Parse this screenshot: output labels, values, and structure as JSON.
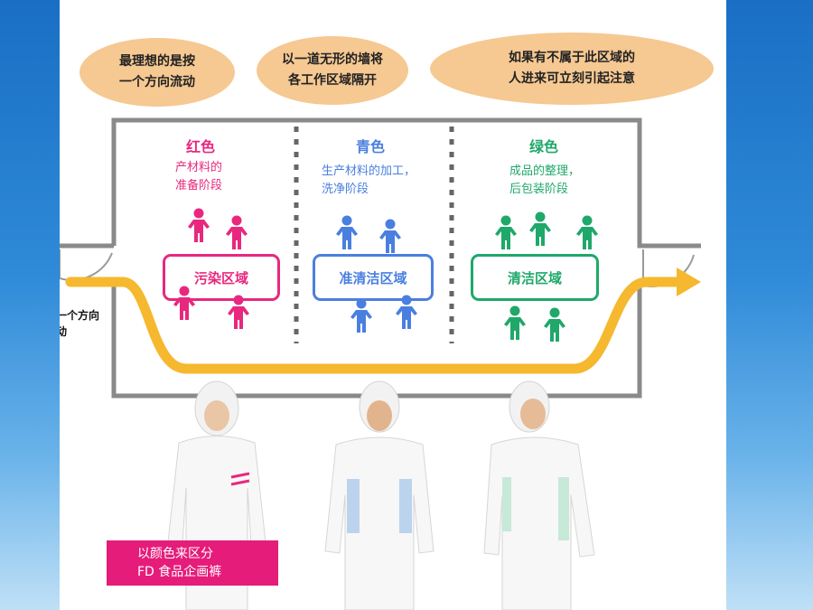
{
  "bubbles": [
    {
      "line1": "最理想的是按",
      "line2": "一个方向流动"
    },
    {
      "line1": "以一道无形的墙将",
      "line2": "各工作区域隔开"
    },
    {
      "line1": "如果有不属于此区域的",
      "line2": "人进来可立刻引起注意"
    }
  ],
  "zones": [
    {
      "title": "红色",
      "desc1": "产材料的",
      "desc2": "准备阶段",
      "box": "污染区域",
      "color": "#e8287f"
    },
    {
      "title": "青色",
      "desc1": "生产材料的加工，",
      "desc2": "洗净阶段",
      "box": "准清洁区域",
      "color": "#4a7fe0"
    },
    {
      "title": "绿色",
      "desc1": "成品的整理，",
      "desc2": "后包装阶段",
      "box": "清洁区域",
      "color": "#1fa86a"
    }
  ],
  "side_text": {
    "line1": "一个方向",
    "line2": "动"
  },
  "caption": {
    "line1": "以颜色来区分",
    "line2": "FD 食品企画裤"
  },
  "colors": {
    "flow_arrow": "#f5b82e",
    "wall": "#8a8a8a",
    "bubble": "#f6c892",
    "caption_bg": "#e51c7a"
  }
}
